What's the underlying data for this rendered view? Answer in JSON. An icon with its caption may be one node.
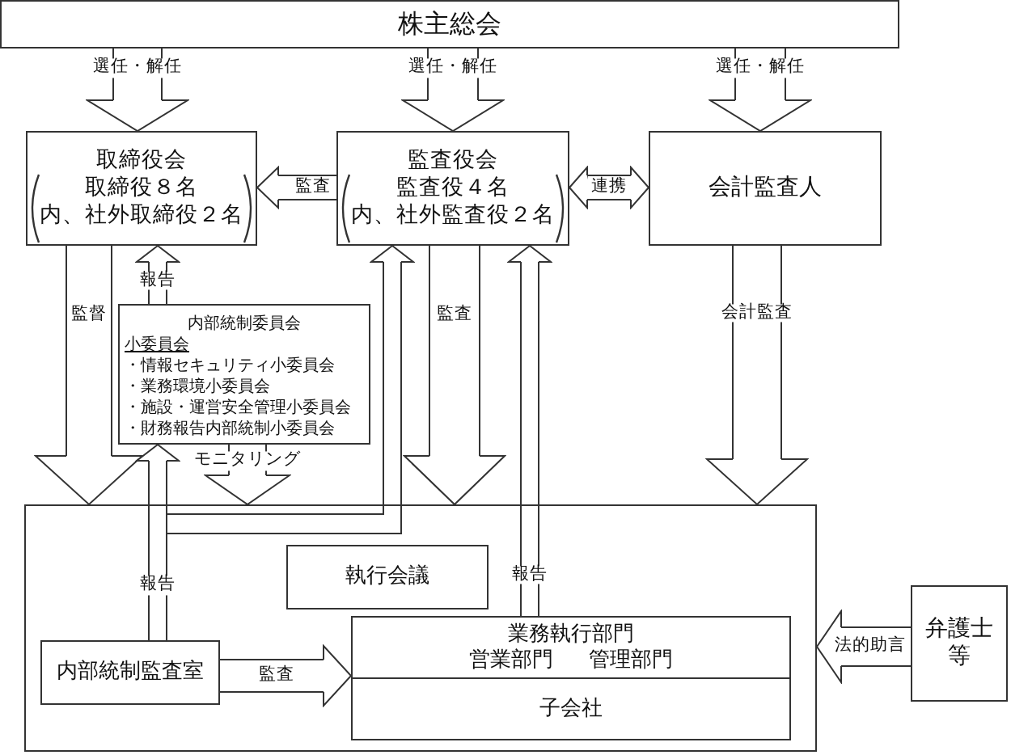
{
  "diagram": {
    "nodes": [
      {
        "text": [
          "株主総会"
        ]
      },
      {
        "text": [
          "取締役会",
          "取締役８名",
          "内、社外取締役２名"
        ]
      },
      {
        "text": [
          "監査役会",
          "監査役４名",
          "内、社外監査役２名"
        ]
      },
      {
        "text": [
          "会計監査人"
        ]
      },
      {
        "text": [
          "内部統制委員会",
          "小委員会",
          "・情報セキュリティ小委員会",
          "・業務環境小委員会",
          "・施設・運営安全管理小委員会",
          "・財務報告内部統制小委員会"
        ]
      },
      {
        "text": [],
        "shape": "box"
      },
      {
        "text": [
          "執行会議"
        ],
        "in": 5
      },
      {
        "text": [
          "内部統制監査室"
        ],
        "in": 5
      },
      {
        "text": [
          "業務執行部門",
          "営業部門",
          "管理部門"
        ],
        "in": 5
      },
      {
        "text": [
          "子会社"
        ],
        "in": 5
      },
      {
        "text": [
          "弁護士等"
        ]
      }
    ],
    "edges": [
      {
        "from": 0,
        "to": 1,
        "arrow": "to",
        "label": "選任・解任"
      },
      {
        "from": 0,
        "to": 2,
        "arrow": "to",
        "label": "選任・解任"
      },
      {
        "from": 0,
        "to": 3,
        "arrow": "to",
        "label": "選任・解任"
      },
      {
        "from": 2,
        "to": 1,
        "arrow": "to",
        "label": "監査"
      },
      {
        "from": 2,
        "to": 3,
        "arrow": "both",
        "label": "連携"
      },
      {
        "from": 1,
        "to": 5,
        "arrow": "to",
        "label": "監督"
      },
      {
        "from": 4,
        "to": 1,
        "arrow": "to",
        "label": "報告"
      },
      {
        "from": 4,
        "to": 5,
        "arrow": "to",
        "label": "モニタリング"
      },
      {
        "from": 2,
        "to": 5,
        "arrow": "to",
        "label": "監査"
      },
      {
        "from": 3,
        "to": 5,
        "arrow": "to",
        "label": "会計監査"
      },
      {
        "from": 7,
        "to": 4,
        "arrow": "to",
        "label": "報告"
      },
      {
        "from": 7,
        "to": 2,
        "arrow": "to"
      },
      {
        "from": 8,
        "to": 2,
        "arrow": "to",
        "label": "報告"
      },
      {
        "from": 7,
        "to": 8,
        "arrow": "to",
        "label": "監査"
      },
      {
        "from": 10,
        "to": 5,
        "arrow": "to",
        "label": "法的助言"
      }
    ]
  }
}
